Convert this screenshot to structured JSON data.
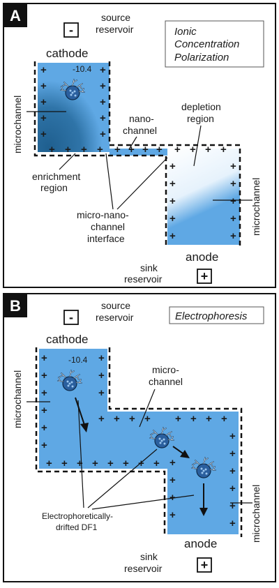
{
  "panel_a": {
    "letter": "A",
    "title_lines": [
      "Ionic",
      "Concentration",
      "Polarization"
    ],
    "source_reservoir": [
      "source",
      "reservoir"
    ],
    "sink_reservoir": [
      "sink",
      "reservoir"
    ],
    "cathode": "cathode",
    "anode": "anode",
    "minus": "-",
    "plus": "+",
    "microchannel_left": "microchannel",
    "microchannel_right": "microchannel",
    "nanochannel": [
      "nano-",
      "channel"
    ],
    "depletion": [
      "depletion",
      "region"
    ],
    "enrichment": [
      "enrichment",
      "region"
    ],
    "interface": [
      "micro-nano-",
      "channel",
      "interface"
    ],
    "charge_label": "-10.4"
  },
  "panel_b": {
    "letter": "B",
    "title": "Electrophoresis",
    "source_reservoir": [
      "source",
      "reservoir"
    ],
    "sink_reservoir": [
      "sink",
      "reservoir"
    ],
    "cathode": "cathode",
    "anode": "anode",
    "minus": "-",
    "plus": "+",
    "microchannel_left": "microchannel",
    "microchannel_right": "microchannel",
    "microchannel_mid": [
      "micro-",
      "channel"
    ],
    "drift_label": [
      "Electrophoretically-",
      "drifted DF1"
    ],
    "charge_label": "-10.4"
  },
  "colors": {
    "channel_blue": "#5fa8e4",
    "enrichment_dark": "#1f5f8f",
    "depletion_light": "#eef6fd",
    "panel_border": "#111111",
    "letter_bg": "#111111",
    "letter_fg": "#ffffff"
  },
  "icons": [
    "protein-molecule-icon",
    "arrow-down-icon",
    "minus-box-icon",
    "plus-box-icon"
  ]
}
